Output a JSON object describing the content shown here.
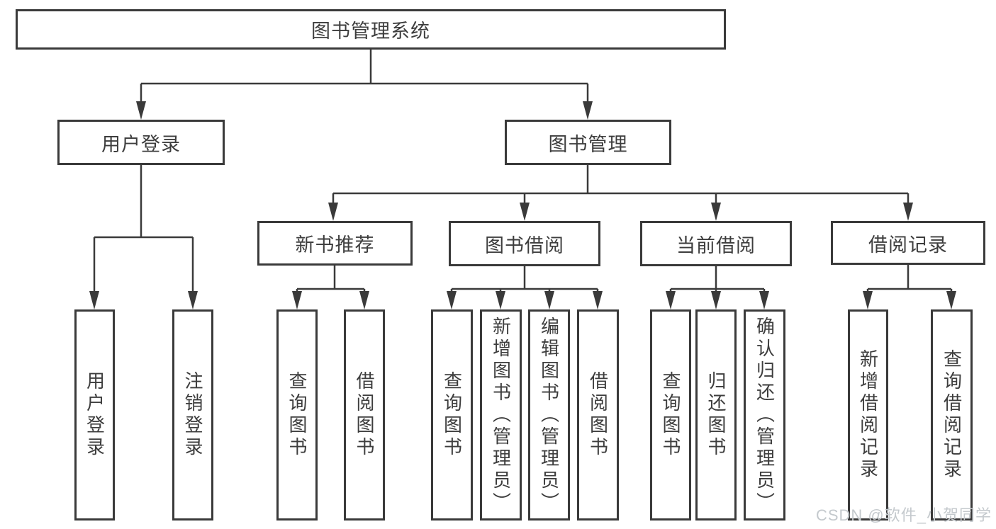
{
  "colors": {
    "line": "#3a3a3a",
    "text": "#3d3d3d",
    "background": "#ffffff",
    "watermark": "#c4c9cd"
  },
  "watermark": "CSDN @软件_小贺同学",
  "tree": {
    "label": "图书管理系统",
    "children": [
      {
        "label": "用户登录",
        "children": [
          {
            "label": "用户登录"
          },
          {
            "label": "注销登录"
          }
        ]
      },
      {
        "label": "图书管理",
        "children": [
          {
            "label": "新书推荐",
            "children": [
              {
                "label": "查询图书"
              },
              {
                "label": "借阅图书"
              }
            ]
          },
          {
            "label": "图书借阅",
            "children": [
              {
                "label": "查询图书"
              },
              {
                "label": "新增图书（管理员）"
              },
              {
                "label": "编辑图书（管理员）"
              },
              {
                "label": "借阅图书"
              }
            ]
          },
          {
            "label": "当前借阅",
            "children": [
              {
                "label": "查询图书"
              },
              {
                "label": "归还图书"
              },
              {
                "label": "确认归还（管理员）"
              }
            ]
          },
          {
            "label": "借阅记录",
            "children": [
              {
                "label": "新增借阅记录"
              },
              {
                "label": "查询借阅记录"
              }
            ]
          }
        ]
      }
    ]
  }
}
